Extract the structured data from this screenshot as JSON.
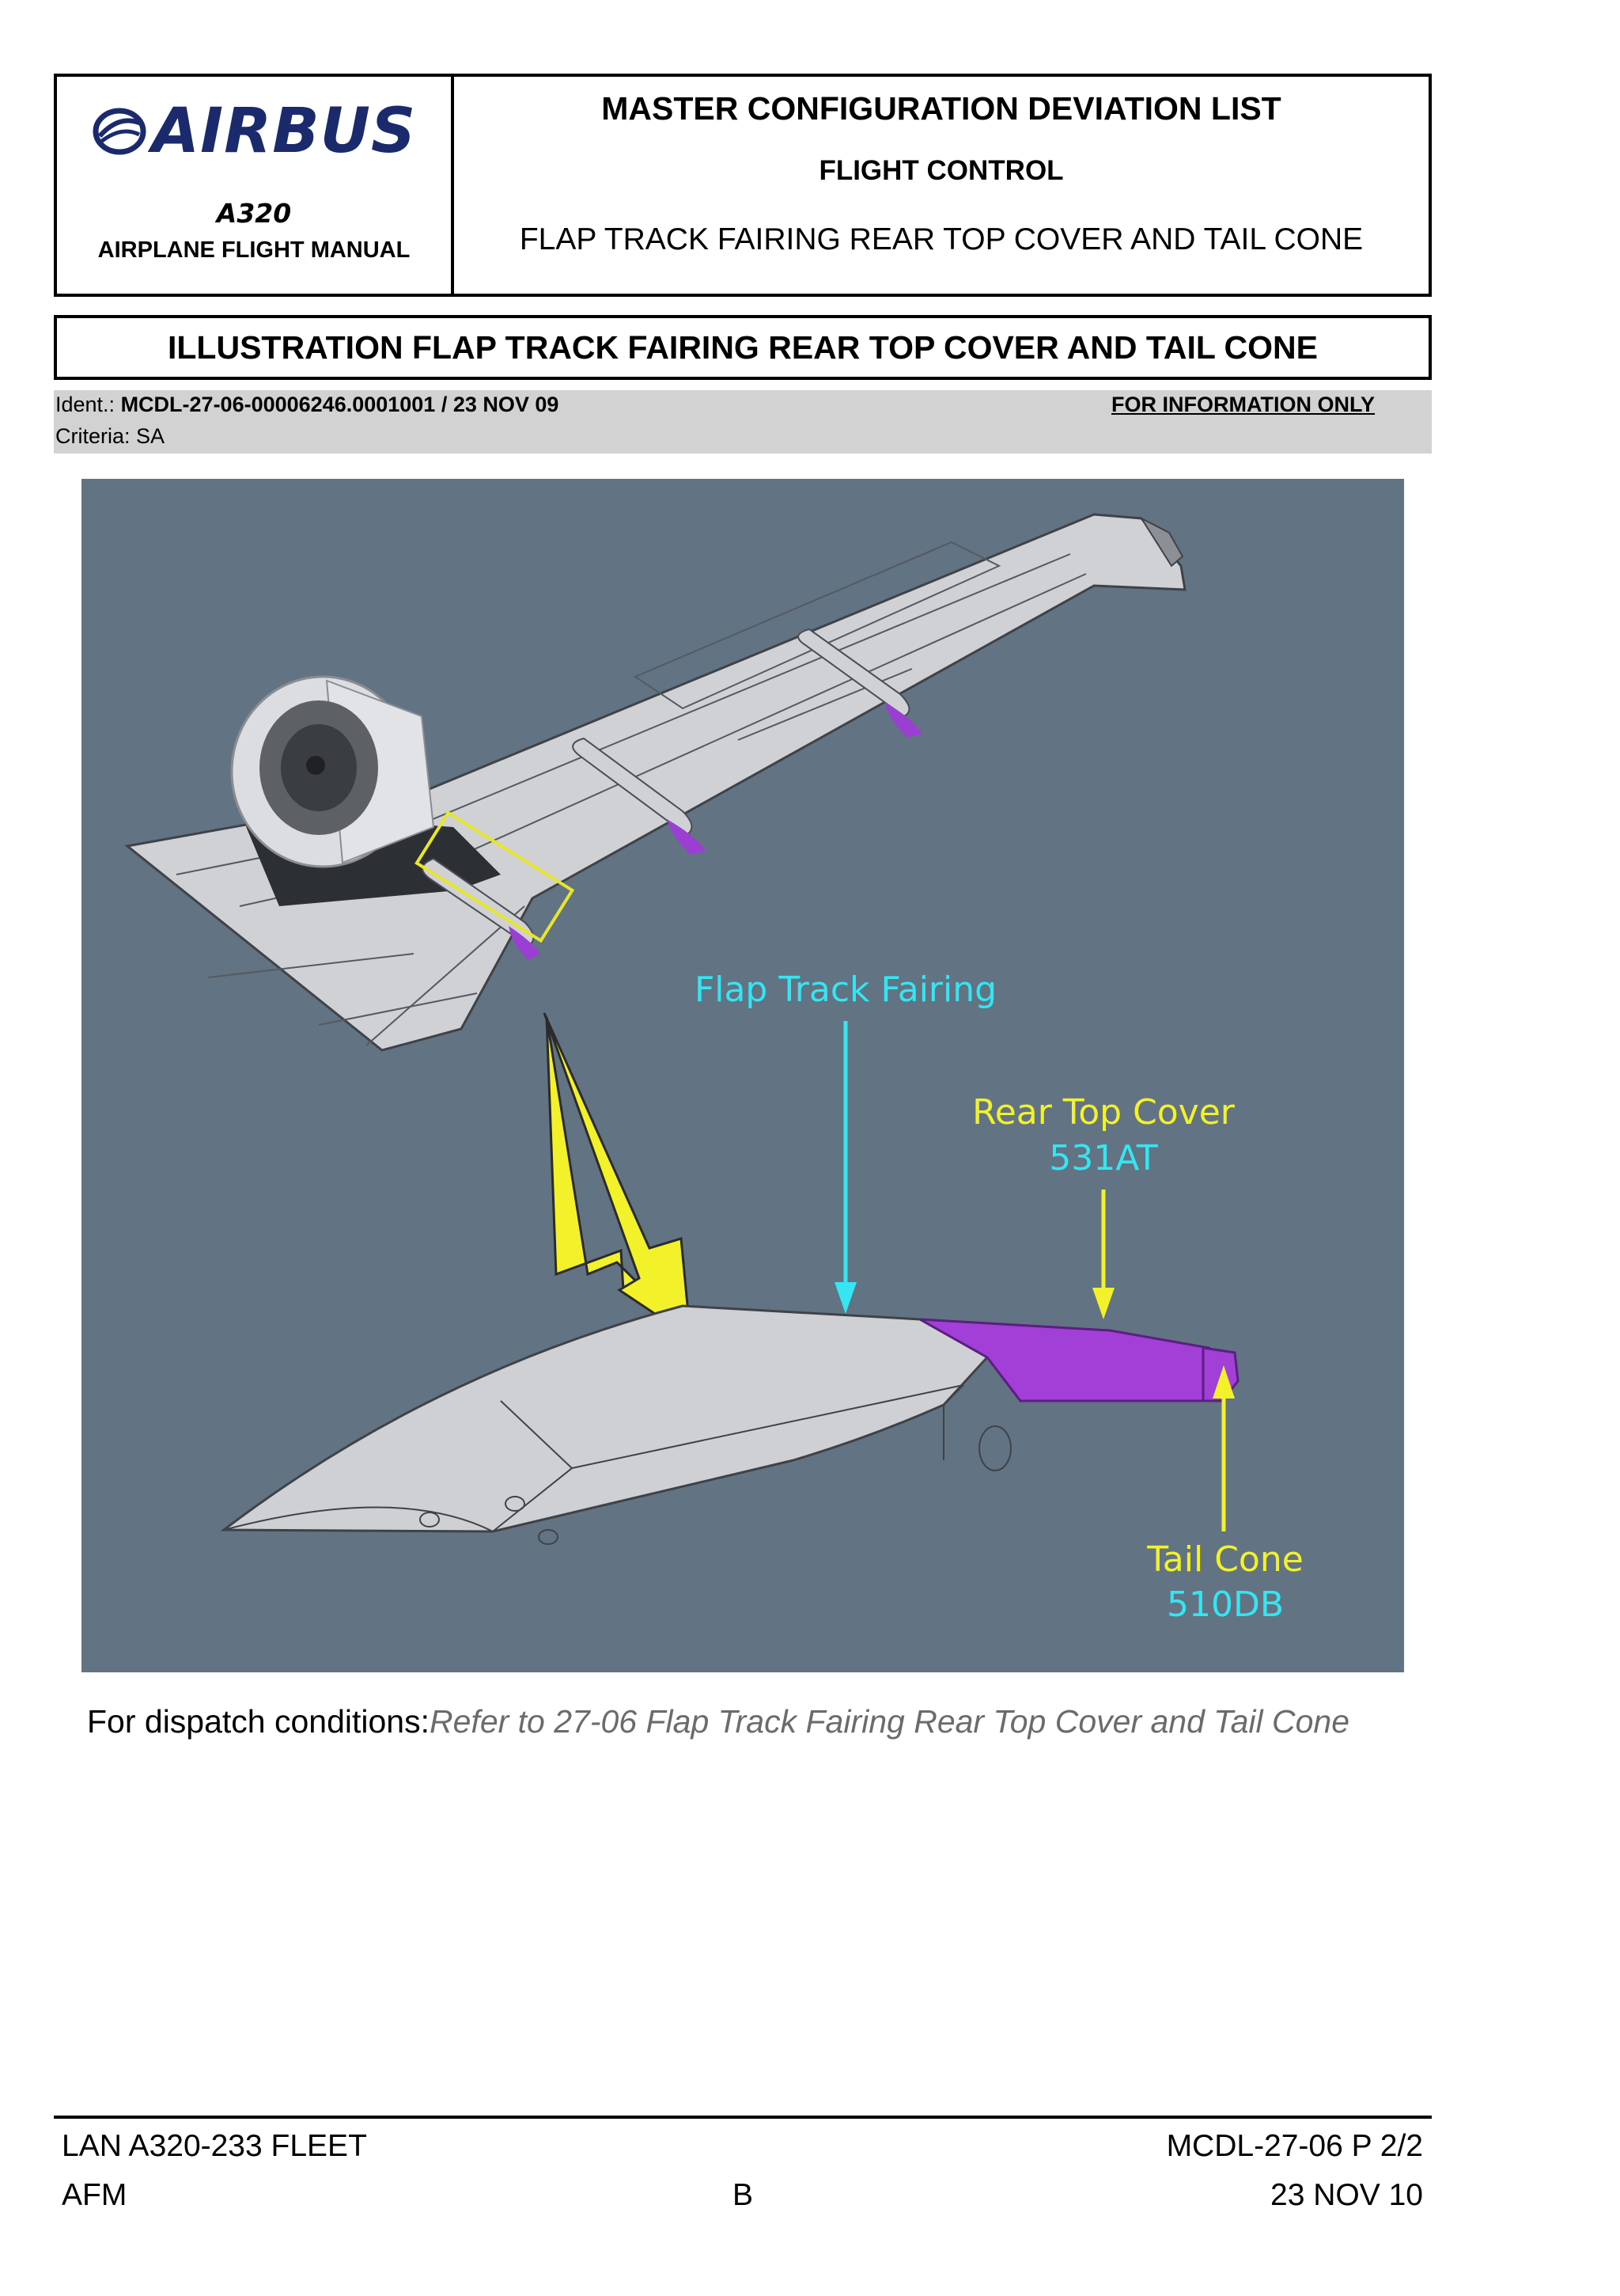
{
  "header": {
    "logo_text": "AIRBUS",
    "aircraft": "A320",
    "manual": "AIRPLANE FLIGHT MANUAL",
    "title": "MASTER CONFIGURATION DEVIATION LIST",
    "chapter": "FLIGHT CONTROL",
    "item": "FLAP TRACK FAIRING REAR TOP COVER AND TAIL CONE"
  },
  "illustration_title": "ILLUSTRATION FLAP TRACK FAIRING REAR TOP COVER AND TAIL CONE",
  "ident": {
    "label": "Ident.: ",
    "value": "MCDL-27-06-00006246.0001001 / 23 NOV 09",
    "criteria": "Criteria: SA",
    "notice": "FOR INFORMATION ONLY"
  },
  "illustration": {
    "label_fairing": "Flap Track Fairing",
    "label_cover": "Rear Top Cover",
    "label_cover_code": "531AT",
    "label_cone": "Tail Cone",
    "label_cone_code": "510DB",
    "colors": {
      "background": "#627384",
      "structure": "#cfd0d4",
      "highlight": "#a23fd6",
      "callout_yellow": "#f3f22a",
      "callout_cyan": "#35e6f2"
    }
  },
  "dispatch": {
    "label": "For dispatch conditions:",
    "reference": "Refer to 27-06 Flap Track Fairing Rear Top Cover and Tail Cone"
  },
  "footer": {
    "fleet": "LAN A320-233 FLEET",
    "doc_ref": "MCDL-27-06 P 2/2",
    "afm": "AFM",
    "revision": "B",
    "date": "23 NOV 10"
  }
}
